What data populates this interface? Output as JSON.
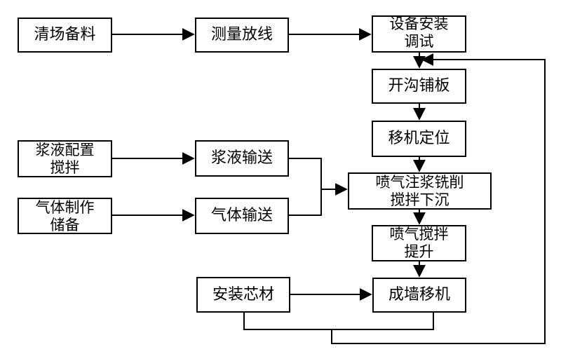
{
  "nodes": {
    "clear_site": "清场备料",
    "survey": "测量放线",
    "equipment": "设备安装\n调试",
    "trench": "开沟铺板",
    "position": "移机定位",
    "slurry_prep": "浆液配置\n搅拌",
    "slurry_transport": "浆液输送",
    "gas_prep": "气体制作\n储备",
    "gas_transport": "气体输送",
    "inject": "喷气注浆铣削\n搅拌下沉",
    "lift": "喷气搅拌\n提升",
    "core": "安装芯材",
    "wall": "成墙移机"
  }
}
